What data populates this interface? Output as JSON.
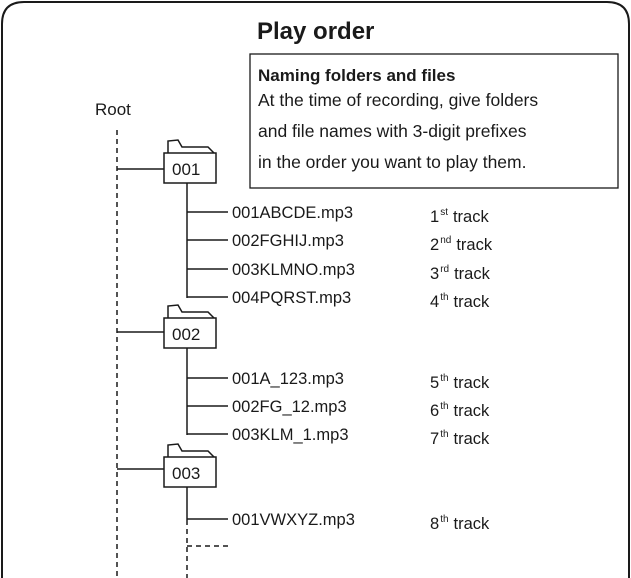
{
  "title": "Play order",
  "note": {
    "heading": "Naming folders and files",
    "lines": [
      "At the time of recording, give folders",
      "and file names with 3-digit prefixes",
      "in the order you want to play them."
    ]
  },
  "root_label": "Root",
  "folders": [
    {
      "name": "001",
      "files": [
        {
          "name": "001ABCDE.mp3",
          "track_num": "1",
          "track_suffix": "st",
          "track_word": "track"
        },
        {
          "name": "002FGHIJ.mp3",
          "track_num": "2",
          "track_suffix": "nd",
          "track_word": "track"
        },
        {
          "name": "003KLMNO.mp3",
          "track_num": "3",
          "track_suffix": "rd",
          "track_word": "track"
        },
        {
          "name": "004PQRST.mp3",
          "track_num": "4",
          "track_suffix": "th",
          "track_word": "track"
        }
      ]
    },
    {
      "name": "002",
      "files": [
        {
          "name": "001A_123.mp3",
          "track_num": "5",
          "track_suffix": "th",
          "track_word": "track"
        },
        {
          "name": "002FG_12.mp3",
          "track_num": "6",
          "track_suffix": "th",
          "track_word": "track"
        },
        {
          "name": "003KLM_1.mp3",
          "track_num": "7",
          "track_suffix": "th",
          "track_word": "track"
        }
      ]
    },
    {
      "name": "003",
      "files": [
        {
          "name": "001VWXYZ.mp3",
          "track_num": "8",
          "track_suffix": "th",
          "track_word": "track"
        }
      ]
    }
  ]
}
